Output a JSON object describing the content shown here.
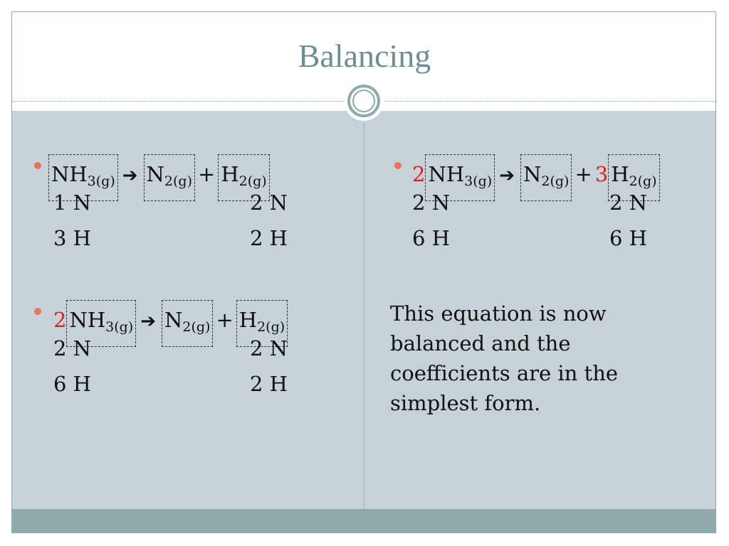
{
  "title": "Balancing",
  "eq1": {
    "reactant": "NH",
    "reactant_sub": "3(g)",
    "arrow": "➔",
    "p1": "N",
    "p1_sub": "2(g)",
    "plus": "+",
    "p2": "H",
    "p2_sub": "2(g)",
    "left_counts": [
      "1 N",
      "3 H"
    ],
    "right_counts": [
      "2 N",
      "2 H"
    ]
  },
  "eq2": {
    "coef": "2",
    "reactant": "NH",
    "reactant_sub": "3(g)",
    "arrow": "➔",
    "p1": "N",
    "p1_sub": "2(g)",
    "plus": "+",
    "p2": "H",
    "p2_sub": "2(g)",
    "left_counts": [
      "2 N",
      "6 H"
    ],
    "right_counts": [
      "2 N",
      "2 H"
    ]
  },
  "eq3": {
    "coef": "2",
    "reactant": "NH",
    "reactant_sub": "3(g)",
    "arrow": "➔",
    "p1": "N",
    "p1_sub": "2(g)",
    "plus": "+",
    "coef2": "3",
    "p2": "H",
    "p2_sub": "2(g)",
    "left_counts": [
      "2 N",
      "6 H"
    ],
    "right_counts": [
      "2 N",
      "6 H"
    ]
  },
  "conclusion": "This equation is now balanced and the coefficients are in the simplest form.",
  "colors": {
    "accent": "#8faaab",
    "panel": "#c6d1d8",
    "bullet": "#e2775a",
    "coefficient": "#e0201a",
    "title": "#6f8e92"
  }
}
